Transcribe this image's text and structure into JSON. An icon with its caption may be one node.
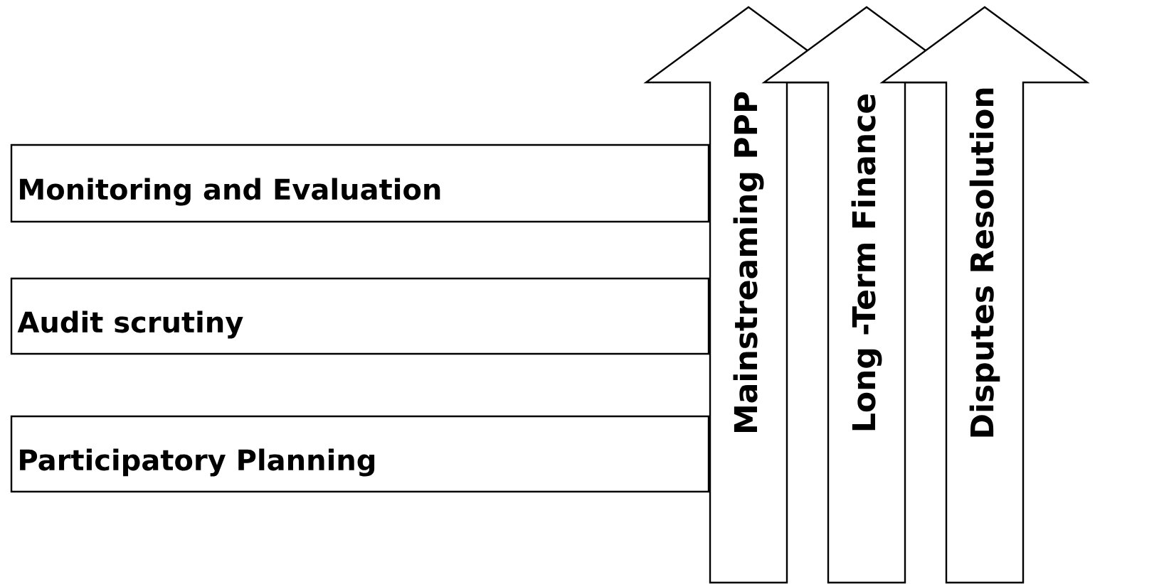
{
  "diagram": {
    "nodes": [
      {
        "text": [
          "Monitoring and Evaluation"
        ]
      },
      {
        "text": [
          "Audit scrutiny"
        ]
      },
      {
        "text": [
          "Participatory Planning"
        ]
      },
      {
        "text": [
          "Mainstreaming PPP"
        ]
      },
      {
        "text": [
          "Long -Term Finance"
        ]
      },
      {
        "text": [
          "Disputes  Resolution"
        ]
      }
    ]
  }
}
